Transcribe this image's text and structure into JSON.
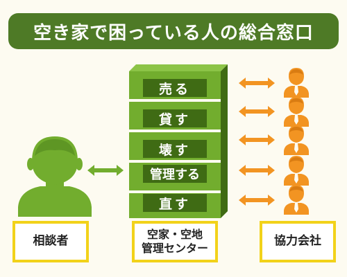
{
  "title": "空き家で困っている人の総合窓口",
  "consultant_label": "相談者",
  "center_label": "空家・空地\n管理センター",
  "partner_label": "協力会社",
  "services": [
    "売る",
    "貸す",
    "壊す",
    "管理する",
    "直す"
  ],
  "colors": {
    "title_bg": "#4e7a26",
    "block_front": "#72ad2e",
    "block_dark": "#3f6b14",
    "person_green": "#72ad2e",
    "person_orange": "#f29422",
    "arrow_green": "#72ad2e",
    "arrow_orange": "#f29422",
    "label_border": "#f2d21a"
  },
  "icons": {
    "consultant": "person-icon",
    "partner": "person-with-tie-icon",
    "arrow": "double-arrow-icon"
  }
}
